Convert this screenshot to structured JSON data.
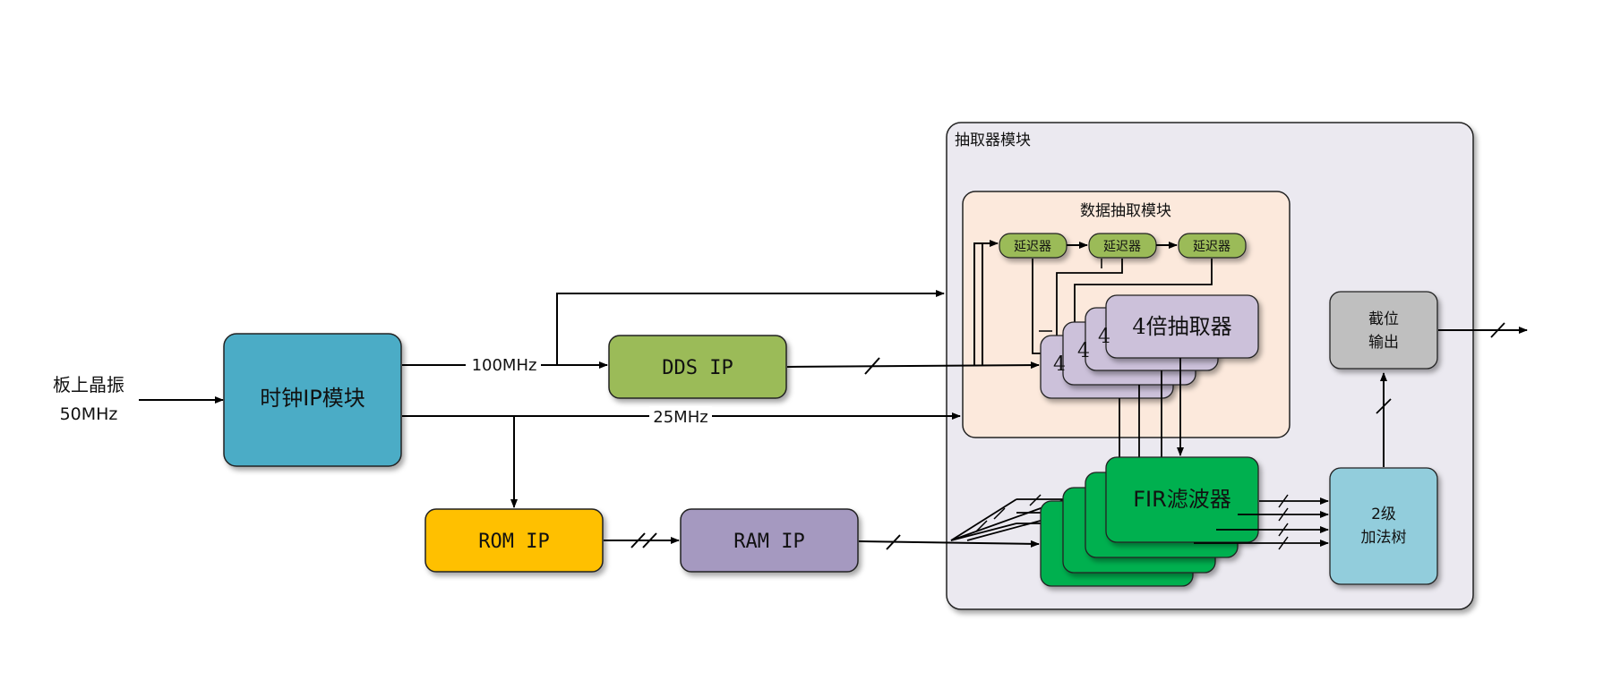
{
  "title": "FPGA decimator system block diagram",
  "input": {
    "line1": "板上晶振",
    "line2": "50MHz"
  },
  "clock_ip": {
    "label": "时钟IP模块",
    "color": "#4bacc6"
  },
  "signals": {
    "clk_100": "100MHz",
    "clk_25": "25MHz"
  },
  "dds_ip": {
    "label": "DDS IP",
    "color": "#9bbb59"
  },
  "rom_ip": {
    "label": "ROM IP",
    "color": "#ffc000"
  },
  "ram_ip": {
    "label": "RAM IP",
    "color": "#a599c0"
  },
  "decimator_module": {
    "title": "抽取器模块",
    "color": "#ebe9f0",
    "data_extract": {
      "title": "数据抽取模块",
      "color": "#fce9dc",
      "delays": [
        {
          "label": "延迟器"
        },
        {
          "label": "延迟器"
        },
        {
          "label": "延迟器"
        }
      ],
      "delay_color": "#9bbb59",
      "decimator": {
        "label": "4倍抽取器",
        "stack_count": 4,
        "color": "#ccc1da"
      }
    },
    "fir": {
      "label": "FIR滤波器",
      "stack_count": 4,
      "color": "#00b050"
    },
    "adder_tree": {
      "line1": "2级",
      "line2": "加法树",
      "color": "#92cddc"
    },
    "truncate": {
      "line1": "截位",
      "line2": "输出",
      "color": "#bfbfbf"
    }
  }
}
